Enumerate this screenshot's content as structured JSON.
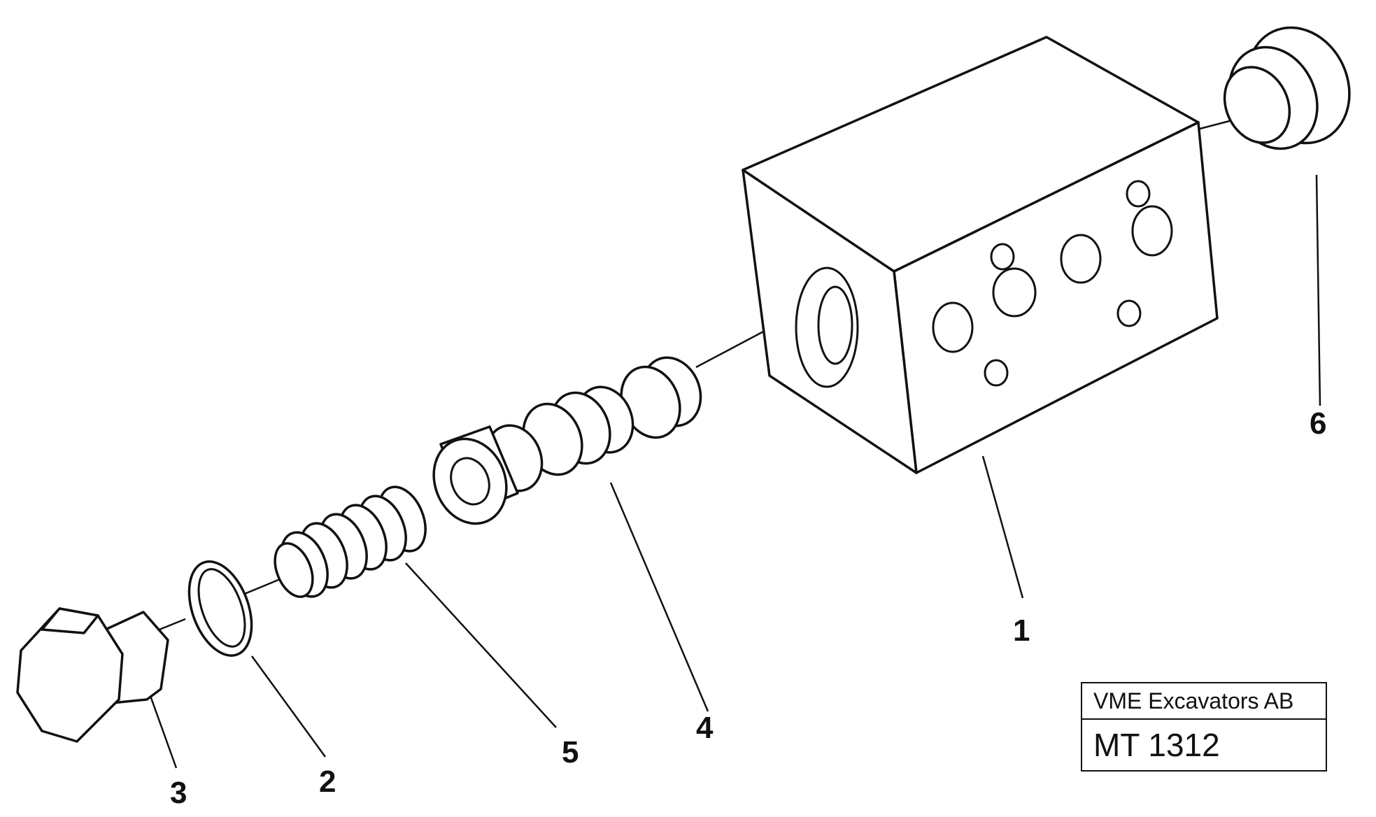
{
  "callouts": {
    "c1": "1",
    "c2": "2",
    "c3": "3",
    "c4": "4",
    "c5": "5",
    "c6": "6"
  },
  "title_block": {
    "company": "VME Excavators AB",
    "drawing_no": "MT 1312"
  }
}
